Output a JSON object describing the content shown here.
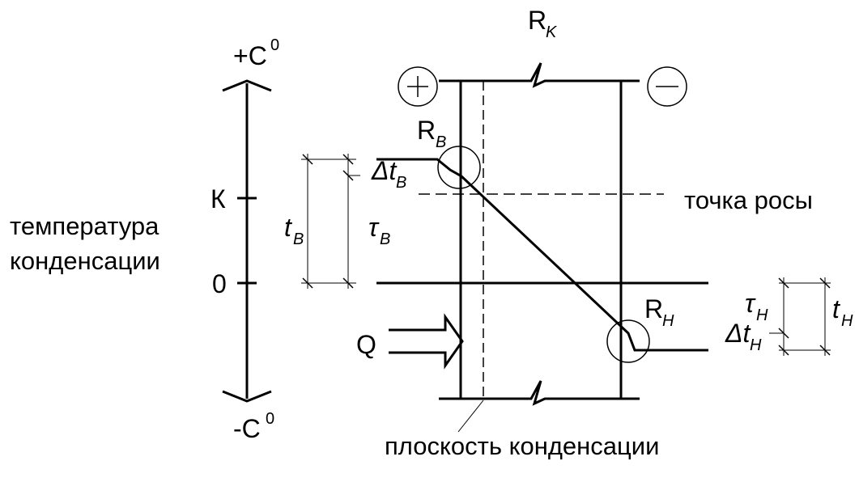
{
  "axis": {
    "top_label": "+C",
    "top_sup": "0",
    "bottom_label": "-C",
    "bottom_sup": "0",
    "k_label": "К",
    "zero_label": "0"
  },
  "left_text": {
    "line1": "температура",
    "line2": "конденсации"
  },
  "resistances": {
    "rk_main": "R",
    "rk_sub": "K",
    "rb_main": "R",
    "rb_sub": "B",
    "rh_main": "R",
    "rh_sub": "H"
  },
  "signs": {
    "plus": "+",
    "minus": "—"
  },
  "inner": {
    "dt_main": "Δt",
    "dt_sub": "B",
    "t_main": "t",
    "t_sub": "B",
    "tau_main": "τ",
    "tau_sub": "B"
  },
  "outer": {
    "tau_main": "τ",
    "tau_sub": "H",
    "dt_main": "Δt",
    "dt_sub": "H",
    "t_main": "t",
    "t_sub": "H"
  },
  "labels": {
    "dew_point": "точка росы",
    "heat_flow": "Q",
    "condensation_plane": "плоскость конденсации"
  }
}
